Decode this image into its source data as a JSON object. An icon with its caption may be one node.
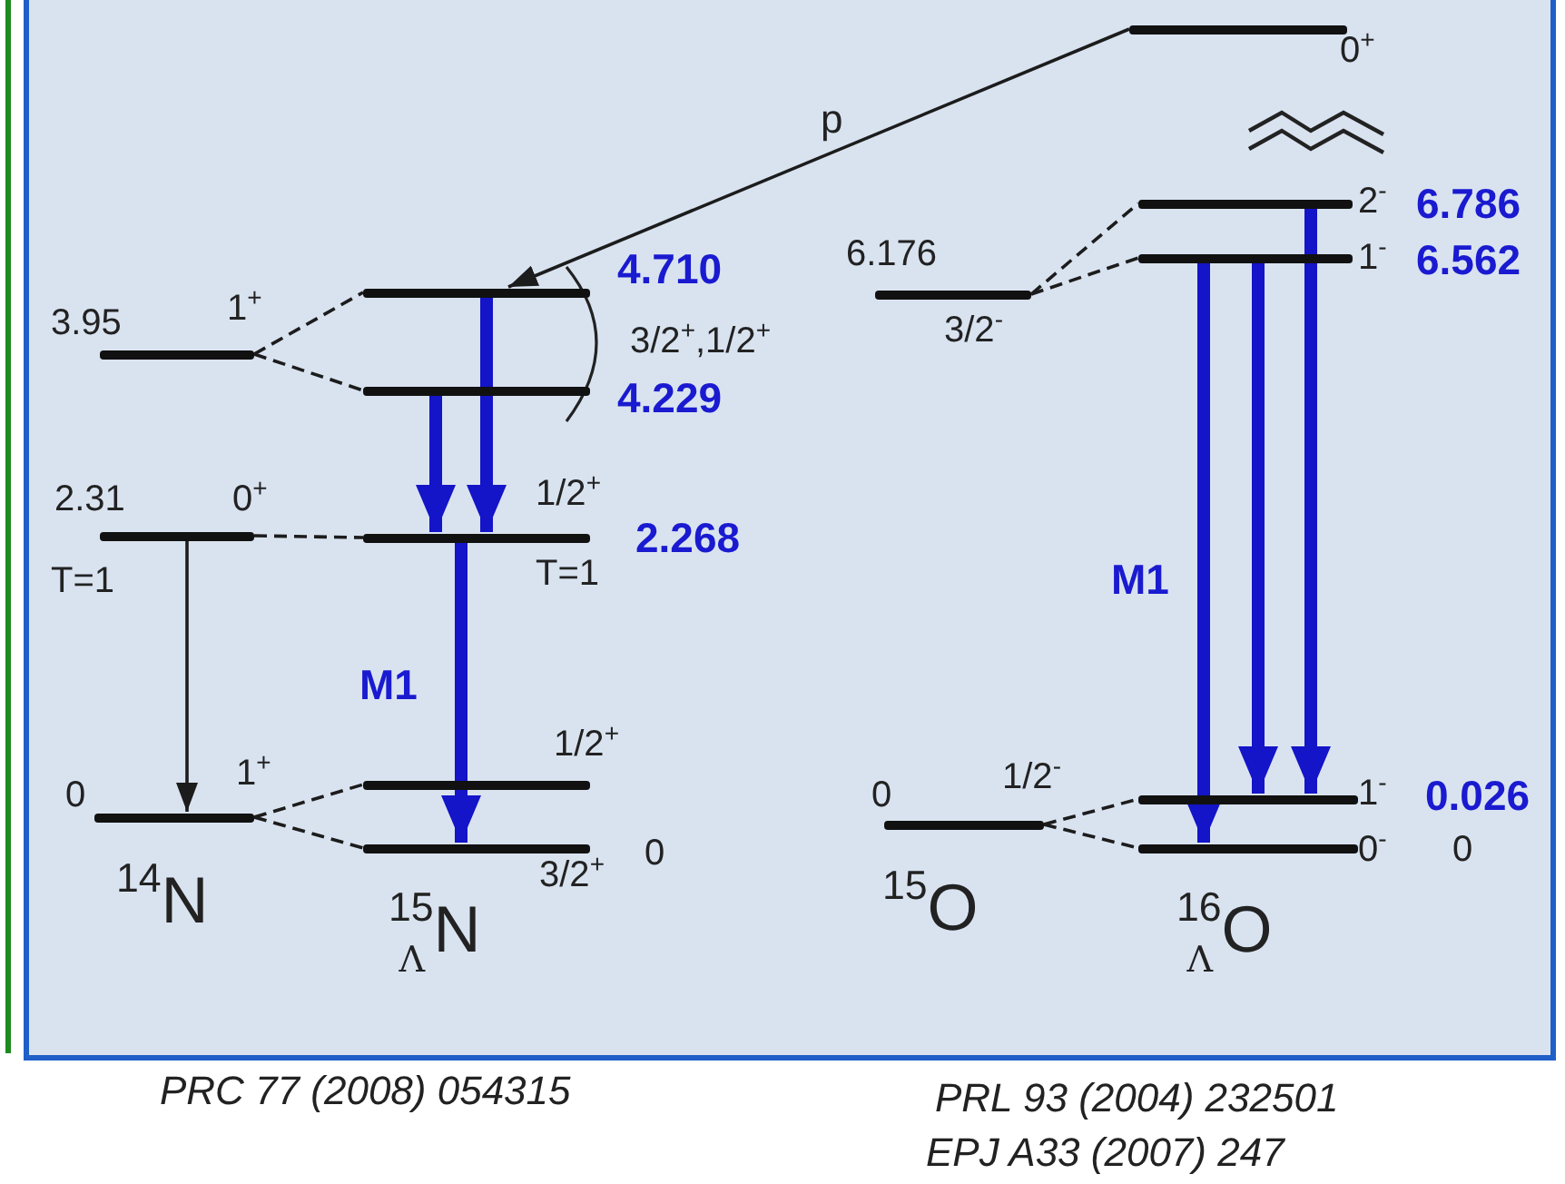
{
  "diagram": {
    "nodes": [
      {
        "text": [],
        "shape": "bar",
        "beside": [
          "3.95",
          "1$^{+}$"
        ]
      },
      {
        "text": [],
        "shape": "bar",
        "beside": [
          "2.31",
          "0$^{+}$",
          "T=1"
        ]
      },
      {
        "text": [],
        "shape": "bar",
        "beside": [
          "0",
          "1$^{+}$"
        ]
      },
      {
        "text": [],
        "shape": "bar",
        "beside": [
          "4.710"
        ]
      },
      {
        "text": [],
        "shape": "bar",
        "beside": [
          "4.229"
        ]
      },
      {
        "text": [],
        "shape": "bar",
        "beside": [
          "1/2$^{+}$",
          "T=1",
          "2.268"
        ]
      },
      {
        "text": [],
        "shape": "bar",
        "beside": [
          "1/2$^{+}$"
        ]
      },
      {
        "text": [],
        "shape": "bar",
        "beside": [
          "3/2$^{+}$",
          "0"
        ]
      },
      {
        "text": [],
        "shape": "bar",
        "beside": [
          "6.176",
          "3/2$^{-}$"
        ]
      },
      {
        "text": [],
        "shape": "bar",
        "beside": [
          "0",
          "1/2$^{-}$"
        ]
      },
      {
        "text": [],
        "shape": "bar",
        "beside": [
          "0$^{+}$"
        ]
      },
      {
        "text": [],
        "shape": "bar",
        "beside": [
          "2$^{-}$",
          "6.786"
        ]
      },
      {
        "text": [],
        "shape": "bar",
        "beside": [
          "1$^{-}$",
          "6.562"
        ]
      },
      {
        "text": [],
        "shape": "bar",
        "beside": [
          "1$^{-}$",
          "0.026"
        ]
      },
      {
        "text": [],
        "shape": "bar",
        "beside": [
          "0$^{-}$",
          "0"
        ]
      }
    ],
    "edges": [
      {
        "from": 10,
        "to": 3,
        "arrow": "to",
        "label": "p"
      },
      {
        "from": 0,
        "to": 3,
        "arrow": "none",
        "style": "dashed"
      },
      {
        "from": 0,
        "to": 4,
        "arrow": "none",
        "style": "dashed"
      },
      {
        "from": 1,
        "to": 5,
        "arrow": "none",
        "style": "dashed"
      },
      {
        "from": 2,
        "to": 6,
        "arrow": "none",
        "style": "dashed"
      },
      {
        "from": 2,
        "to": 7,
        "arrow": "none",
        "style": "dashed"
      },
      {
        "from": 8,
        "to": 11,
        "arrow": "none",
        "style": "dashed"
      },
      {
        "from": 8,
        "to": 12,
        "arrow": "none",
        "style": "dashed"
      },
      {
        "from": 9,
        "to": 13,
        "arrow": "none",
        "style": "dashed"
      },
      {
        "from": 9,
        "to": 14,
        "arrow": "none",
        "style": "dashed"
      },
      {
        "from": 1,
        "to": 2,
        "arrow": "to"
      },
      {
        "from": 4,
        "to": 5,
        "arrow": "to",
        "style": "thick",
        "color": "#1414c8"
      },
      {
        "from": 3,
        "to": 5,
        "arrow": "to",
        "style": "thick",
        "color": "#1414c8"
      },
      {
        "from": 5,
        "to": 7,
        "arrow": "to",
        "style": "thick",
        "color": "#1414c8"
      },
      {
        "from": 12,
        "to": 14,
        "arrow": "to",
        "style": "thick",
        "color": "#1414c8"
      },
      {
        "from": 12,
        "to": 13,
        "arrow": "to",
        "style": "thick",
        "color": "#1414c8"
      },
      {
        "from": 11,
        "to": 13,
        "arrow": "to",
        "style": "thick",
        "color": "#1414c8"
      }
    ],
    "labels": [
      "3/2$^{+}$,1/2$^{+}$",
      "M1",
      "M1",
      "$^{14}$N",
      "$^{15}$$_{Λ}$N",
      "$^{15}$O",
      "$^{16}$$_{Λ}$O",
      "PRC 77 (2008) 054315",
      "PRL 93 (2004) 232501",
      "EPJ A33 (2007) 247"
    ]
  }
}
